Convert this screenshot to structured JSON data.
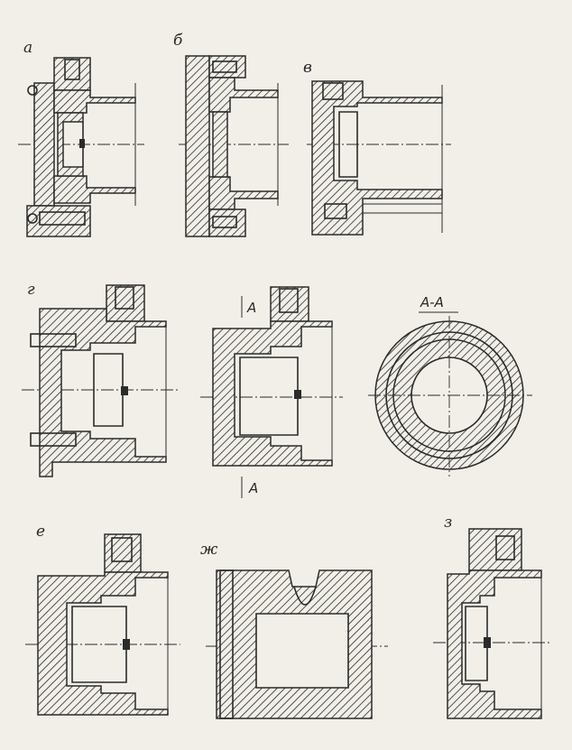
{
  "labels": {
    "a": "а",
    "b": "б",
    "v": "в",
    "g": "г",
    "e": "е",
    "zh": "ж",
    "z": "з"
  },
  "section": {
    "title": "А-А",
    "marker": "А"
  },
  "colors": {
    "paper": "#f1efe8",
    "ink": "#2b2b2b"
  }
}
